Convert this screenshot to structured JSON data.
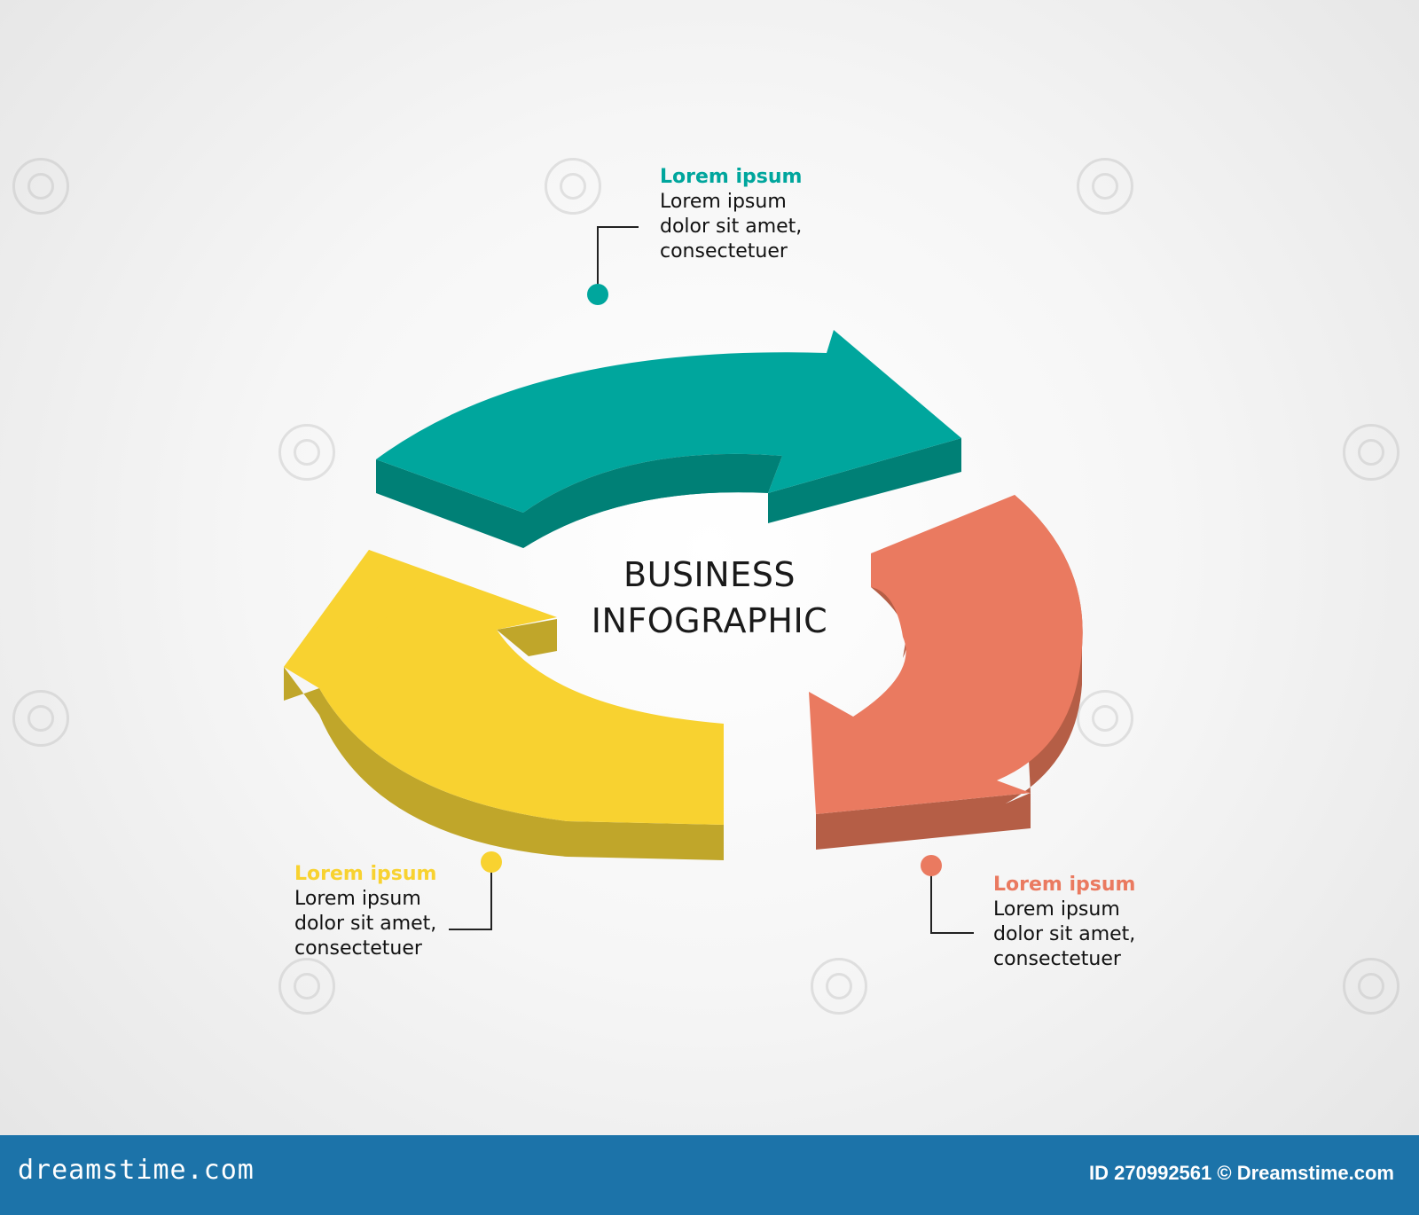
{
  "center": {
    "line1": "BUSINESS",
    "line2": "INFOGRAPHIC"
  },
  "steps": [
    {
      "id": "top",
      "color": "#00a69d",
      "title": "Lorem ipsum",
      "lines": [
        "Lorem ipsum",
        "dolor sit amet,",
        "consectetuer"
      ]
    },
    {
      "id": "right",
      "color": "#ea7a60",
      "title": "Lorem ipsum",
      "lines": [
        "Lorem ipsum",
        "dolor sit amet,",
        "consectetuer"
      ]
    },
    {
      "id": "left",
      "color": "#f8d230",
      "title": "Lorem ipsum",
      "lines": [
        "Lorem ipsum",
        "dolor sit amet,",
        "consectetuer"
      ]
    }
  ],
  "footer": {
    "brand": "dreamstime.com",
    "credit": "ID 270992561 © Dreamstime.com"
  }
}
